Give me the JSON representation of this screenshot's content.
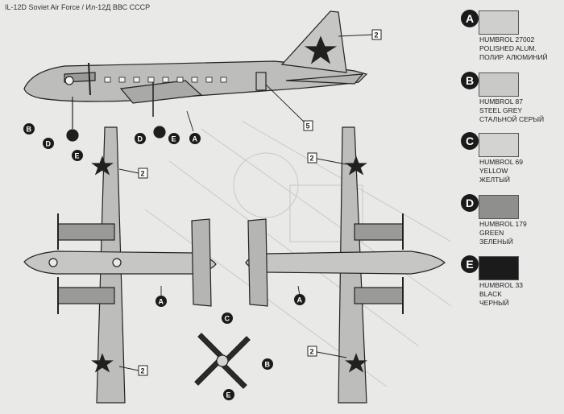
{
  "title": "IL-12D Soviet Air Force / Ил-12Д ВВС СССР",
  "callouts": {
    "a": "A",
    "b": "B",
    "c": "C",
    "d": "D",
    "e": "E",
    "two": "2",
    "five": "5"
  },
  "legend": [
    {
      "letter": "A",
      "code": "HUMBROL 27002",
      "name": "POLISHED ALUM.",
      "ru": "ПОЛИР. АЛЮМИНИЙ",
      "color": "#cfd0ce"
    },
    {
      "letter": "B",
      "code": "HUMBROL 87",
      "name": "STEEL GREY",
      "ru": "СТАЛЬНОЙ СЕРЫЙ",
      "color": "#c9c9c7"
    },
    {
      "letter": "C",
      "code": "HUMBROL 69",
      "name": "YELLOW",
      "ru": "ЖЕЛТЫЙ",
      "color": "#d3d3d1"
    },
    {
      "letter": "D",
      "code": "HUMBROL 179",
      "name": "GREEN",
      "ru": "ЗЕЛЕНЫЙ",
      "color": "#8f8f8d"
    },
    {
      "letter": "E",
      "code": "HUMBROL 33",
      "name": "BLACK",
      "ru": "ЧЕРНЫЙ",
      "color": "#1b1b1b"
    }
  ]
}
